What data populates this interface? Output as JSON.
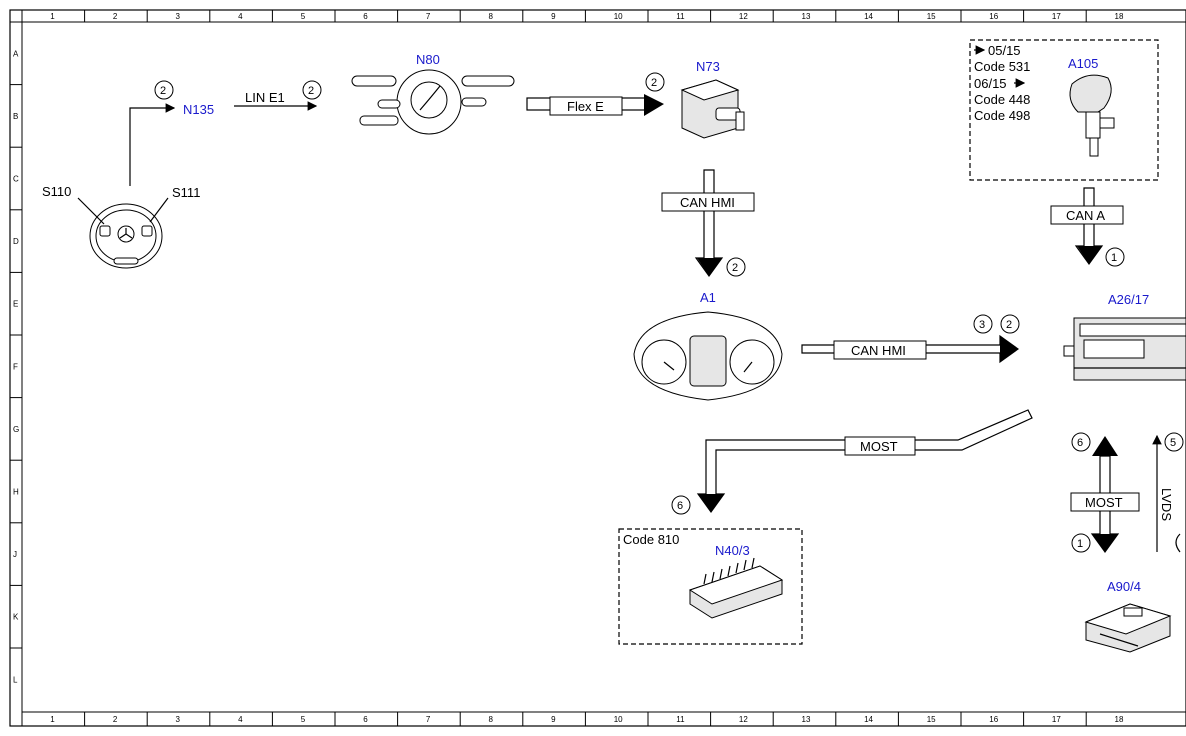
{
  "grid": {
    "columns": [
      "1",
      "2",
      "3",
      "4",
      "5",
      "6",
      "7",
      "8",
      "9",
      "10",
      "11",
      "12",
      "13",
      "14",
      "15",
      "16",
      "17",
      "18"
    ],
    "rows": [
      "A",
      "B",
      "C",
      "D",
      "E",
      "F",
      "G",
      "H",
      "J",
      "K",
      "L"
    ]
  },
  "components": {
    "s110": "S110",
    "s111": "S111",
    "n135": "N135",
    "n80": "N80",
    "n73": "N73",
    "a105": "A105",
    "a1": "A1",
    "a26_17": "A26/17",
    "n40_3": "N40/3",
    "a90_4": "A90/4"
  },
  "bus_labels": {
    "lin_e1": "LIN E1",
    "flex_e": "Flex E",
    "can_hmi_1": "CAN HMI",
    "can_hmi_2": "CAN HMI",
    "can_a": "CAN A",
    "most_1": "MOST",
    "most_2": "MOST",
    "lvds": "LVDS"
  },
  "codes": {
    "a105_l1": "05/15",
    "a105_l2": "Code 531",
    "a105_l3": "06/15",
    "a105_l4": "Code 448",
    "a105_l5": "Code 498",
    "n40_code": "Code 810"
  },
  "circle_refs": {
    "n135": "2",
    "lin": "2",
    "flex": "2",
    "a1_in": "2",
    "a105_out": "1",
    "can_hmi_3": "3",
    "can_hmi_2": "2",
    "most_down": "6",
    "most_up": "6",
    "most_dn": "1",
    "lvds": "5"
  }
}
